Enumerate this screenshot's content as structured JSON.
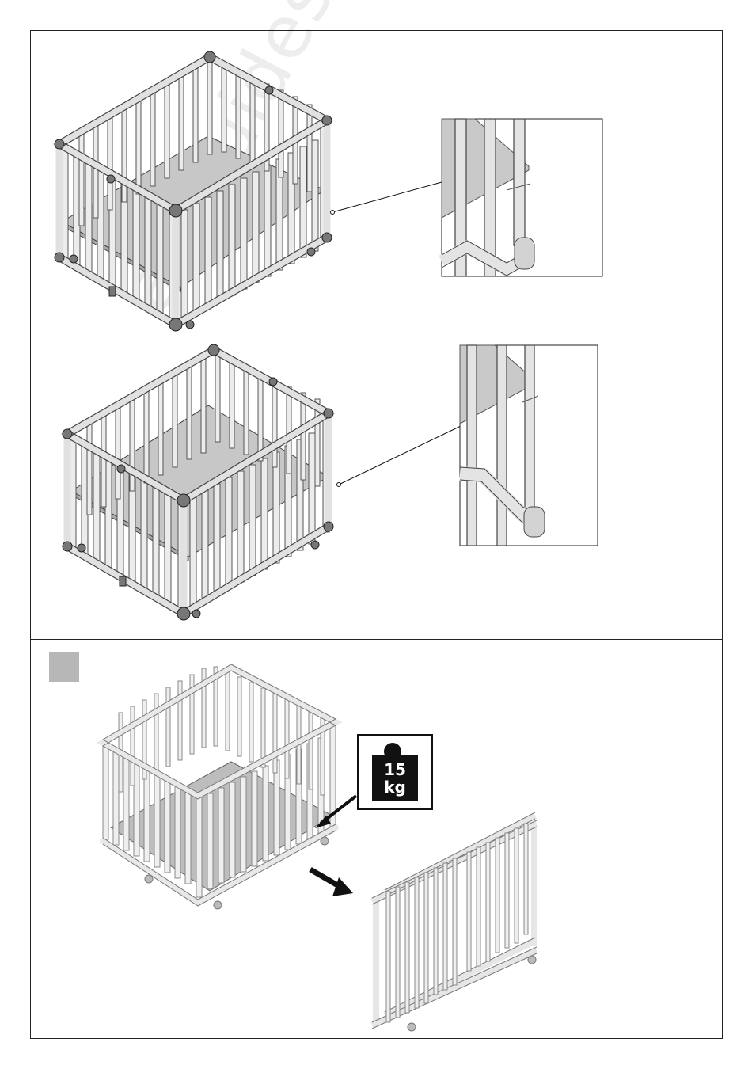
{
  "watermark": "all-guides.com",
  "step2": {
    "weight_value": "15",
    "weight_unit": "kg"
  },
  "icons": {
    "weight": "weight-icon",
    "arrow": "arrow-icon"
  },
  "colors": {
    "frame": "#d6d6d6",
    "outline": "#444444",
    "board": "#bdbdbd",
    "step_marker": "#b7b7b7"
  }
}
